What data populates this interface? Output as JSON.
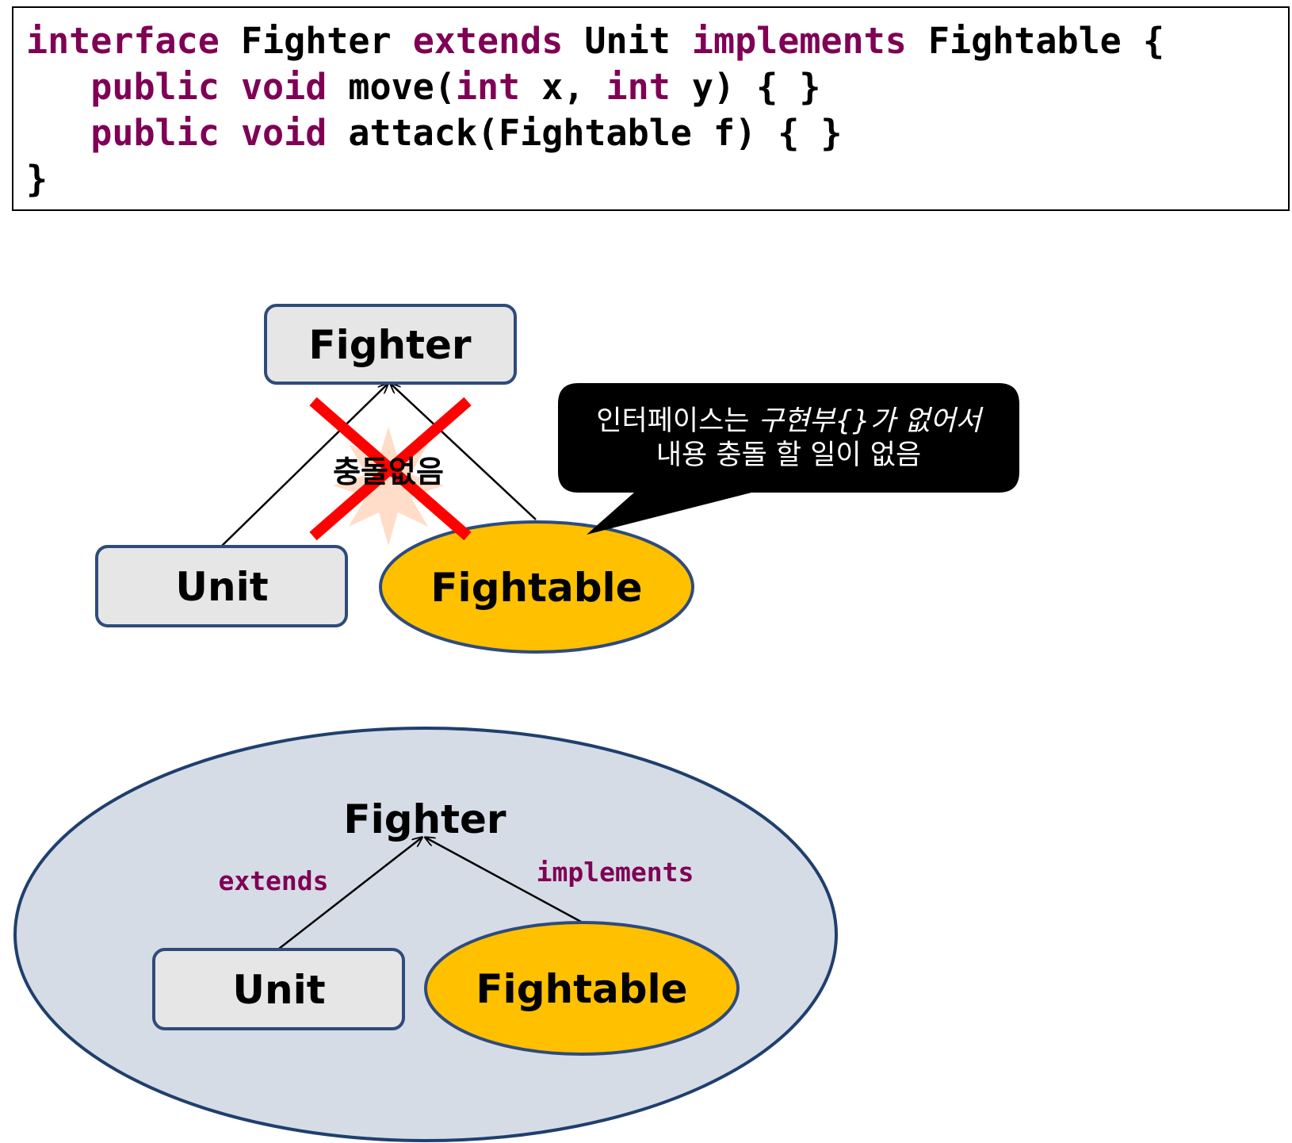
{
  "code": {
    "line1": {
      "kw_interface": "interface",
      "name": " Fighter ",
      "kw_extends": "extends",
      "parent": " Unit ",
      "kw_implements": "implements",
      "iface": " Fightable {"
    },
    "line2": {
      "indent": "   ",
      "kw_public": "public",
      "sp1": " ",
      "kw_void": "void",
      "method": " move(",
      "kw_int1": "int",
      "mid": " x, ",
      "kw_int2": "int",
      "tail": " y) { }"
    },
    "line3": {
      "indent": "   ",
      "kw_public": "public",
      "sp1": " ",
      "kw_void": "void",
      "method": " attack(Fightable f) { }"
    },
    "line4": "}"
  },
  "top_diagram": {
    "fighter_label": "Fighter",
    "unit_label": "Unit",
    "fightable_label": "Fightable",
    "conflict_label": "충돌없음",
    "callout": {
      "line1_plain": "인터페이스는 ",
      "line1_italic": "구현부{}가 없어서",
      "line2": "내용 충돌 할 일이 없음"
    }
  },
  "bottom_diagram": {
    "fighter_label": "Fighter",
    "unit_label": "Unit",
    "fightable_label": "Fightable",
    "extends_label": "extends",
    "implements_label": "implements"
  },
  "colors": {
    "box_fill": "#e6e6e6",
    "box_stroke": "#2f4b7c",
    "ellipse_fill": "#ffc000",
    "outer_ellipse_fill": "#d6dce5",
    "cross": "#ff0000",
    "keyword": "#7f0055",
    "callout_fill": "#000000"
  }
}
